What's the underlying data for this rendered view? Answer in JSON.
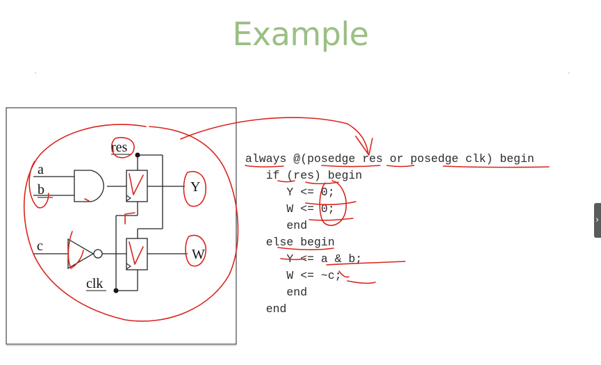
{
  "slide": {
    "title": "Example"
  },
  "circuit": {
    "labels": {
      "a": "a",
      "b": "b",
      "c": "c",
      "res": "res",
      "clk": "clk",
      "Y": "Y",
      "W": "W"
    }
  },
  "code": {
    "lines": [
      "always @(posedge res or posedge clk) begin",
      "   if (res) begin",
      "      Y <= 0;",
      "      W <= 0;",
      "      end",
      "   else begin",
      "      Y <= a & b;",
      "      W <= ~c;",
      "      end",
      "   end"
    ]
  },
  "ui": {
    "side_tab_glyph": "›",
    "colors": {
      "title": "#9bbf84",
      "annotation": "#d8241c",
      "text": "#2b2b2b"
    }
  }
}
